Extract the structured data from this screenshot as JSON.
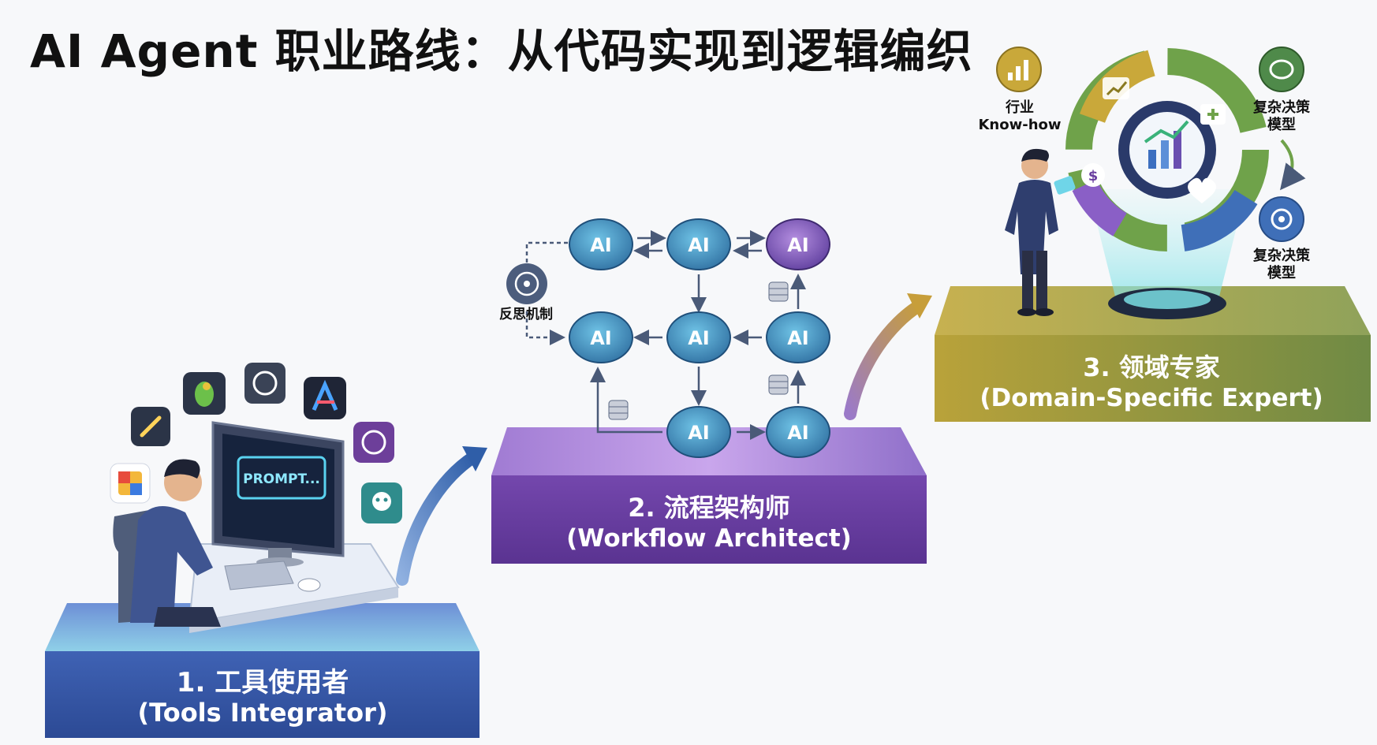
{
  "title": "AI Agent 职业路线：从代码实现到逻辑编织",
  "stage1": {
    "label_cn": "1. 工具使用者",
    "label_en": "(Tools Integrator)",
    "screen_text": "PROMPT..."
  },
  "stage2": {
    "label_cn": "2. 流程架构师",
    "label_en": "(Workflow Architect)",
    "node_label": "AI",
    "reflection_label": "反思机制"
  },
  "stage3": {
    "label_cn": "3. 领域专家",
    "label_en": "(Domain-Specific Expert)",
    "left_label_1": "行业",
    "left_label_2": "Know-how",
    "right_top_1": "复杂决策",
    "right_top_2": "模型",
    "right_bottom_1": "复杂决策",
    "right_bottom_2": "模型"
  },
  "colors": {
    "stage1": "#3d5aa8",
    "stage2": "#6b3fa0",
    "stage3": "#b0962f",
    "node": "#3a7fb0",
    "node_purple": "#7a4fb0"
  }
}
